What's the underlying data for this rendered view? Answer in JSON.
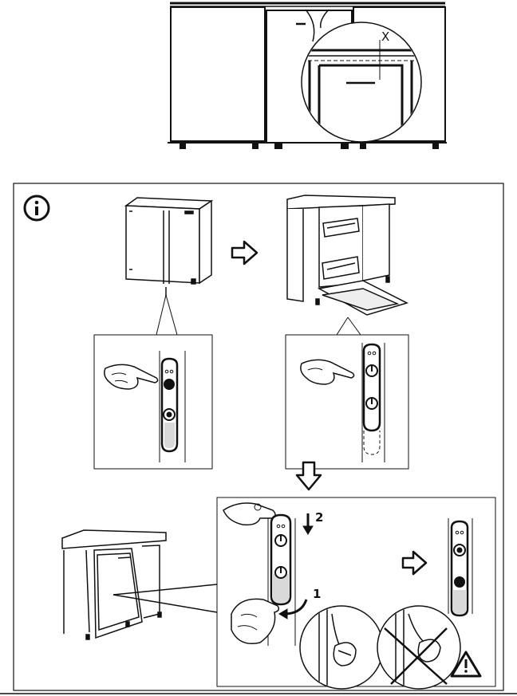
{
  "top_diagram": {
    "dimension_label": "X"
  },
  "bottom_panel": {
    "step_one_label": "1",
    "step_two_label": "2"
  },
  "icons": {
    "info": "info-icon",
    "warning": "warning-triangle-icon",
    "arrow_right": "hollow-arrow-right-icon",
    "arrow_down": "hollow-arrow-down-icon"
  },
  "colors": {
    "line": "#111111",
    "background": "#ffffff",
    "shade": "#d9d9d9"
  }
}
